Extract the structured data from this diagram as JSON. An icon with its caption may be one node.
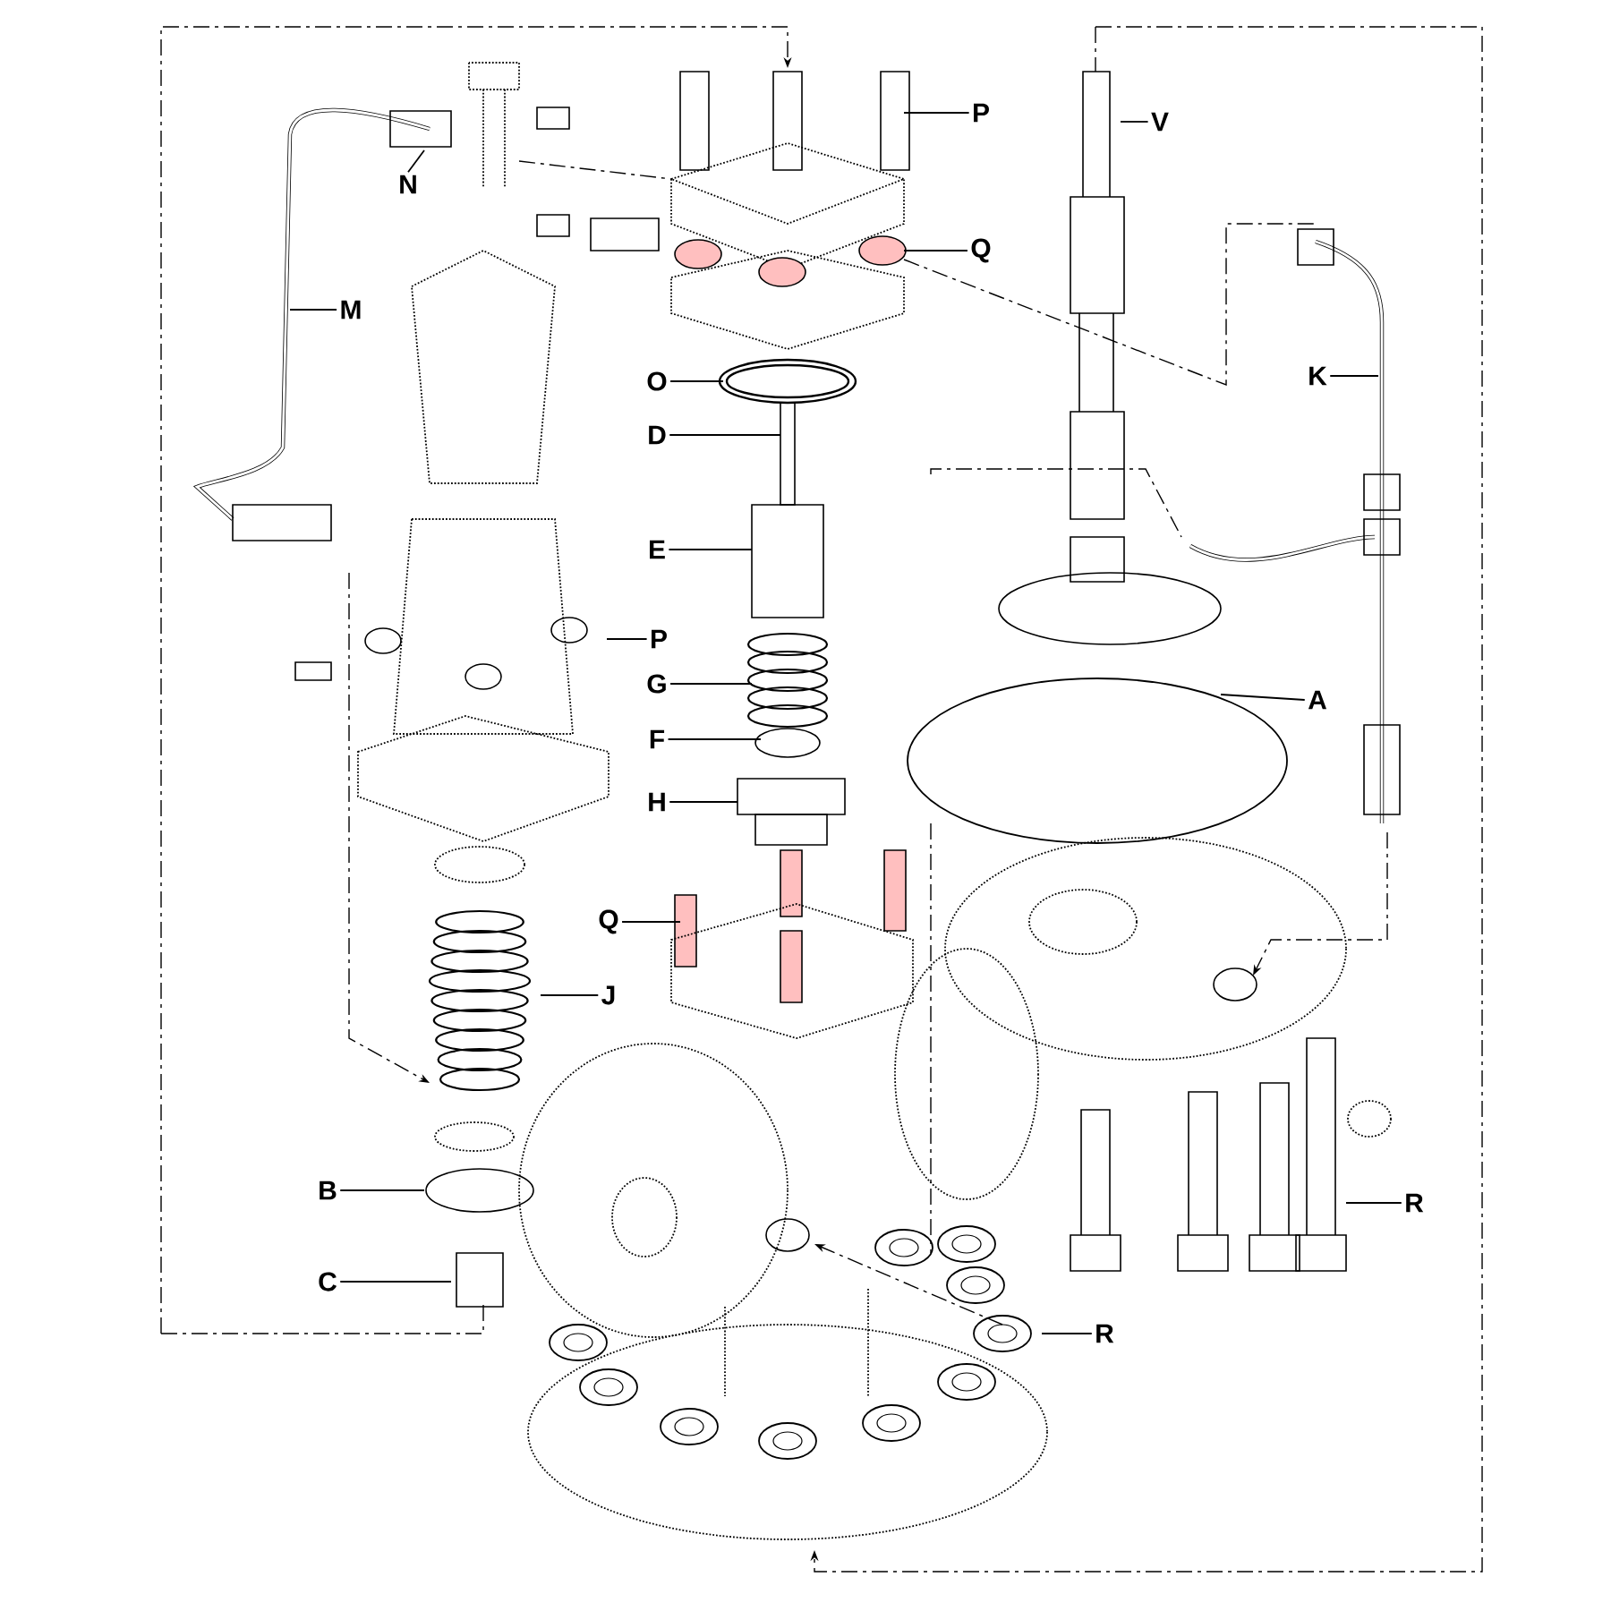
{
  "diagram": {
    "nodes": [
      {
        "text": [
          "P"
        ]
      },
      {
        "text": [
          "V"
        ]
      },
      {
        "text": [
          "N"
        ]
      },
      {
        "text": [
          "Q"
        ]
      },
      {
        "text": [
          "M"
        ]
      },
      {
        "text": [
          "K"
        ]
      },
      {
        "text": [
          "O"
        ]
      },
      {
        "text": [
          "D"
        ]
      },
      {
        "text": [
          "E"
        ]
      },
      {
        "text": [
          "P"
        ]
      },
      {
        "text": [
          "G"
        ]
      },
      {
        "text": [
          "A"
        ]
      },
      {
        "text": [
          "F"
        ]
      },
      {
        "text": [
          "H"
        ]
      },
      {
        "text": [
          "Q"
        ]
      },
      {
        "text": [
          "J"
        ]
      },
      {
        "text": [
          "B"
        ]
      },
      {
        "text": [
          "R"
        ]
      },
      {
        "text": [
          "C"
        ]
      },
      {
        "text": [
          "R"
        ]
      }
    ],
    "edges": [
      {
        "from": 0,
        "to": null,
        "arrow": "none"
      },
      {
        "from": 1,
        "to": null,
        "arrow": "none"
      },
      {
        "from": 2,
        "to": null,
        "arrow": "none"
      },
      {
        "from": 3,
        "to": null,
        "arrow": "none"
      },
      {
        "from": 4,
        "to": null,
        "arrow": "none"
      },
      {
        "from": 5,
        "to": null,
        "arrow": "none"
      },
      {
        "from": 6,
        "to": null,
        "arrow": "none"
      },
      {
        "from": 7,
        "to": null,
        "arrow": "none"
      },
      {
        "from": 8,
        "to": null,
        "arrow": "none"
      },
      {
        "from": 9,
        "to": null,
        "arrow": "none"
      },
      {
        "from": 10,
        "to": null,
        "arrow": "none"
      },
      {
        "from": 11,
        "to": null,
        "arrow": "none"
      },
      {
        "from": 12,
        "to": null,
        "arrow": "none"
      },
      {
        "from": 13,
        "to": null,
        "arrow": "none"
      },
      {
        "from": 14,
        "to": null,
        "arrow": "none"
      },
      {
        "from": 15,
        "to": null,
        "arrow": "none"
      },
      {
        "from": 16,
        "to": null,
        "arrow": "none"
      },
      {
        "from": 17,
        "to": null,
        "arrow": "none"
      },
      {
        "from": 18,
        "to": null,
        "arrow": "none"
      },
      {
        "from": 19,
        "to": null,
        "arrow": "none"
      }
    ]
  }
}
